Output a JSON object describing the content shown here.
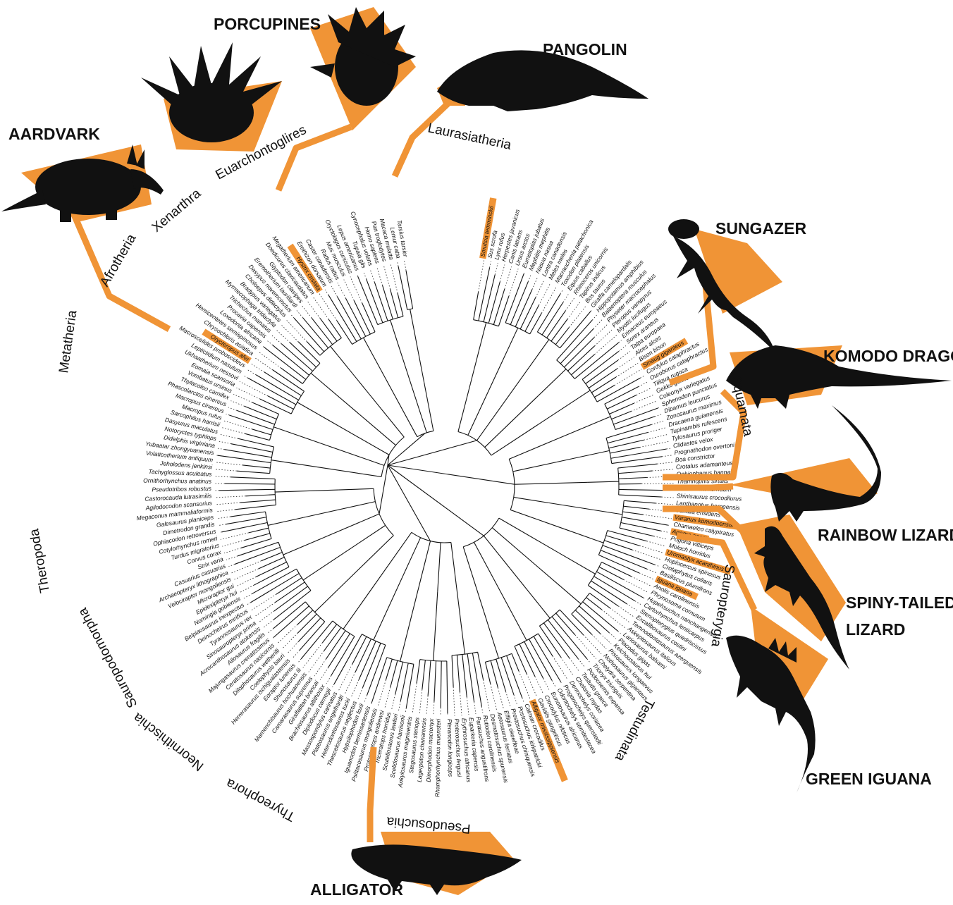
{
  "colors": {
    "accent": "#f09436",
    "ink": "#111111",
    "background": "#ffffff"
  },
  "animals": [
    {
      "key": "aardvark",
      "label": "AARDVARK",
      "icon": "aardvark-silhouette-icon",
      "tip": "Orycteropus afer"
    },
    {
      "key": "porcupines",
      "label": "PORCUPINES",
      "icon": "porcupine-silhouette-icon",
      "tip": "Hystrix cristata"
    },
    {
      "key": "pangolin",
      "label": "PANGOLIN",
      "icon": "pangolin-silhouette-icon",
      "tip": "Smutsia temminckii"
    },
    {
      "key": "sungazer",
      "label": "SUNGAZER",
      "icon": "sungazer-silhouette-icon",
      "tip": "Smaug giganteus"
    },
    {
      "key": "komodo",
      "label": "KOMODO DRAGON",
      "icon": "komodo-dragon-silhouette-icon",
      "tip": "Varanus komodoensis"
    },
    {
      "key": "rainbow",
      "label": "RAINBOW LIZARD",
      "icon": "rainbow-lizard-silhouette-icon",
      "tip": "Agama agama"
    },
    {
      "key": "spiny",
      "label": "SPINY-TAILED",
      "label2": "LIZARD",
      "icon": "spiny-tailed-lizard-silhouette-icon",
      "tip": "Uromastyx acanthinus"
    },
    {
      "key": "iguana",
      "label": "GREEN IGUANA",
      "icon": "green-iguana-silhouette-icon",
      "tip": "Iguana iguana"
    },
    {
      "key": "alligator",
      "label": "ALLIGATOR",
      "icon": "alligator-silhouette-icon",
      "tip": "Alligator mississippiensis"
    }
  ],
  "clades": [
    {
      "name": "Laurasiatheria"
    },
    {
      "name": "Euarchontoglires"
    },
    {
      "name": "Xenarthra"
    },
    {
      "name": "Afrotheria"
    },
    {
      "name": "Metatheria"
    },
    {
      "name": "Squamata"
    },
    {
      "name": "Sauropterygia"
    },
    {
      "name": "Testudinata"
    },
    {
      "name": "Pseudosuchia"
    },
    {
      "name": "Thyreophora"
    },
    {
      "name": "Neornithischia"
    },
    {
      "name": "Sauropodomorpha"
    },
    {
      "name": "Theropoda"
    }
  ],
  "tips": [
    "Smutsia temminckii",
    "Sus scrofa",
    "Lynx rufus",
    "Herpestes javanicus",
    "Canis latrans",
    "Ursus arctos",
    "Eumetopias jubatus",
    "Mephitis mephitis",
    "Nasua nasua",
    "Lontra canadensis",
    "Meles meles",
    "Macrauchenia patachonica",
    "Toxodon platensis",
    "Equus caballus",
    "Rhinoceros unicornis",
    "Tapirus indicus",
    "Bos taurus",
    "Giraffa camelopardalis",
    "Hippopotamus amphibius",
    "Balaenoptera musculus",
    "Physeter macrocephalus",
    "Pteropus vampyrus",
    "Myotis lucifugus",
    "Erinaceus europaeus",
    "Sorex araneus",
    "Talpa europaea",
    "Alces alces",
    "Bison bison",
    "Smaug giganteus",
    "Cordylus cataphractus",
    "Ouroborus cataphractus",
    "Tiliqua rugosa",
    "Gekko gekko",
    "Coleonyx variegatus",
    "Sphenodon punctatus",
    "Dibamus leucurus",
    "Zonosaurus maximus",
    "Dracaena guianensis",
    "Tupinambis rufescens",
    "Tylosaurus proriger",
    "Clidastes velox",
    "Prognathodon overtoni",
    "Boa constrictor",
    "Crotalus adamanteus",
    "Ophiophagus hannah",
    "Thamnophis sirtalis",
    "Heloderma horridum",
    "Shinisaurus crocodilurus",
    "Lanthanotus borneensis",
    "Saniwa ensidens",
    "Varanus komodoensis",
    "Chamaeleo calyptratus",
    "Agama agama",
    "Pogona vitticeps",
    "Moloch horridus",
    "Uromastyx acanthinus",
    "Hoplocercus spinosus",
    "Crotaphytus collaris",
    "Basiliscus plumifrons",
    "Iguana iguana",
    "Anolis carolinensis",
    "Phrynosoma cornutum",
    "Hupehsuchus nanchangensis",
    "Cartorhynchus lenticarpus",
    "Stenopterygius quadriscissus",
    "Excalibosaurus costini",
    "Temnodontosaurus azerguensis",
    "Askeptosaurus italicus",
    "Lariosaurus balsami",
    "Placodus gigas",
    "Keichousaurus hui",
    "Pistosaurus longaevus",
    "Nothosaurus giganteus",
    "Chelydra serpentina",
    "Trionyx triunguis",
    "Podocnemis expansa",
    "Testudo graeca",
    "Chelonia mydas",
    "Dermochelys coriacea",
    "Proganochelys quenstedti",
    "Odontochelys semitestacea",
    "Eunotosaurus africanus",
    "Crocodylus niloticus",
    "Gavialis gangeticus",
    "Alligator mississippiensis",
    "Caiman crocodilus",
    "Postosuchus kirkpatricki",
    "Prestosuchus chiniquensis",
    "Effigia okeeffeae",
    "Aetosaurus ferratus",
    "Desmatosuchus spurensis",
    "Rutiodon carolinensis",
    "Parasuchus angustifrons",
    "Euparkeria capensis",
    "Erythrosuchus africanus",
    "Proterosuchus fergusi",
    "Pteranodon longiceps",
    "Rhamphorhynchus muensteri",
    "Dimorphodon macronyx",
    "Lagerpeton chanarensis",
    "Stegosaurus stenops",
    "Ankylosaurus magniventris",
    "Scelidosaurus harrisonii",
    "Scutellosaurus lawleri",
    "Triceratops horridus",
    "Protoceratops andrewsi",
    "Psittacosaurus mongoliensis",
    "Iguanodon bernissartensis",
    "Hypsilophodon foxii",
    "Thescelosaurus neglectus",
    "Heterodontosaurus tucki",
    "Plateosaurus engelhardti",
    "Massospondylus carinatus",
    "Diplodocus carnegii",
    "Brachiosaurus altithorax",
    "Giraffatitan brancai",
    "Camarasaurus supremus",
    "Mamenchisaurus hochuanensis",
    "Shunosaurus lii",
    "Eoraptor lunensis",
    "Herrerasaurus ischigualastensis",
    "Coelophysis bauri",
    "Dilophosaurus wetherilli",
    "Ceratosaurus nasicornis",
    "Majungasaurus crenatissimus",
    "Allosaurus fragilis",
    "Acrocanthosaurus atokensis",
    "Sinosauropteryx prima",
    "Tyrannosaurus rex",
    "Deinocheirus mirificus",
    "Beipiaosaurus inexpectus",
    "Nomingia gobiensis",
    "Epidexipteryx hui",
    "Microraptor gui",
    "Velociraptor mongoliensis",
    "Archaeopteryx lithographica",
    "Casuarius casuarius",
    "Strix varia",
    "Corvus corax",
    "Turdus migratorius",
    "Cotylorhynchus romeri",
    "Ophiacodon retroversus",
    "Dimetrodon grandis",
    "Galesaurus planiceps",
    "Megaconus mammaliaformis",
    "Agilodocodon scansorius",
    "Castorocauda lutrasimilis",
    "Pseudotribos robustus",
    "Ornithorhynchus anatinus",
    "Tachyglossus aculeatus",
    "Jeholodens jenkinsi",
    "Volaticotherium antiquum",
    "Yubaatar zhongyuanensis",
    "Didelphis virginiana",
    "Notoryctes typhlops",
    "Dasyurus maculatus",
    "Sarcophilus harrisii",
    "Macropus rufus",
    "Macropus cinereus",
    "Phascolarctos cinereus",
    "Thylacoleo carnifex",
    "Vombatus ursinus",
    "Eomaia scansoria",
    "Ukhaatherium nessovi",
    "Leptictidium nasutum",
    "Macroscelides proboscideus",
    "Orycteropus afer",
    "Chrysochloris asiatica",
    "Hemicentetes semispinosus",
    "Loxodonta africana",
    "Procavia capensis",
    "Trichechus manatus",
    "Myrmecophaga tridactyla",
    "Bradypus variegatus",
    "Choloepus didactylus",
    "Dasypus novemcinctus",
    "Eremotherium laurillardi",
    "Glyptodon clavipes",
    "Doedicurus clavicaudatus",
    "Megatherium americanum",
    "Hystrix cristata",
    "Erethizon dorsatum",
    "Castor canadensis",
    "Rattus rattus",
    "Mus musculus",
    "Oryctolagus cuniculus",
    "Lepus americanus",
    "Tupaia glis",
    "Cynocephalus volans",
    "Homo sapiens",
    "Pan troglodytes",
    "Macaca mulatta",
    "Lemur catta",
    "Tarsius tarsier"
  ]
}
